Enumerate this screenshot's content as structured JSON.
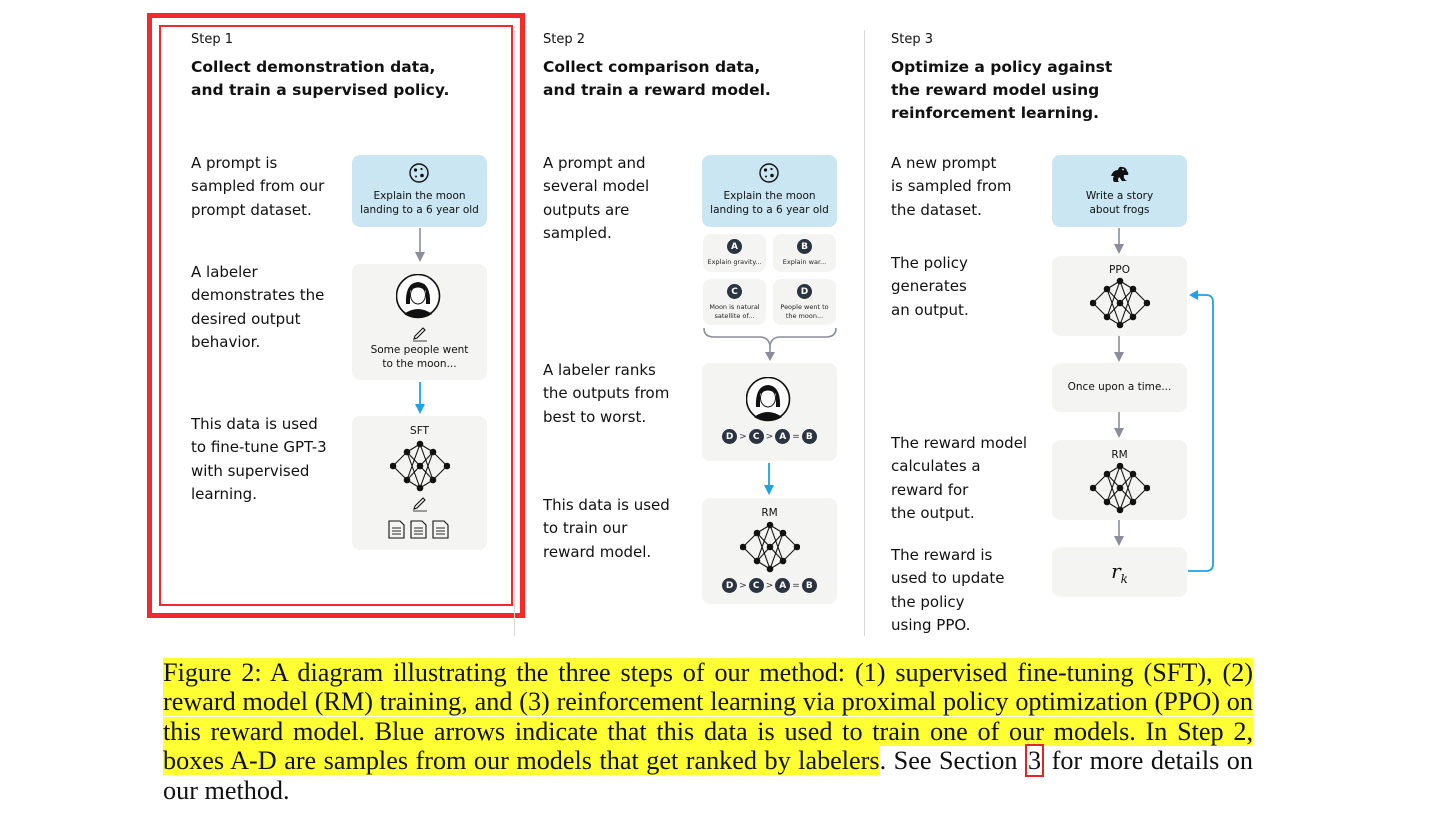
{
  "steps": [
    {
      "num": "Step 1",
      "title_l1": "Collect demonstration data,",
      "title_l2": "and train a supervised policy.",
      "desc1": [
        "A prompt is",
        "sampled from our",
        "prompt dataset."
      ],
      "desc2": [
        "A labeler",
        "demonstrates the",
        "desired output",
        "behavior."
      ],
      "desc3": [
        "This data is used",
        "to fine-tune GPT-3",
        "with supervised",
        "learning."
      ],
      "prompt_l1": "Explain the moon",
      "prompt_l2": "landing to a 6 year old",
      "demo_l1": "Some people went",
      "demo_l2": "to the moon...",
      "model_label": "SFT"
    },
    {
      "num": "Step 2",
      "title_l1": "Collect comparison data,",
      "title_l2": "and train a reward model.",
      "desc1": [
        "A prompt and",
        "several model",
        "outputs are",
        "sampled."
      ],
      "desc2": [
        "A labeler ranks",
        "the outputs from",
        "best to worst."
      ],
      "desc3": [
        "This data is used",
        "to train our",
        "reward model."
      ],
      "prompt_l1": "Explain the moon",
      "prompt_l2": "landing to a 6 year old",
      "outputs": [
        {
          "letter": "A",
          "l1": "Explain gravity...",
          "l2": ""
        },
        {
          "letter": "B",
          "l1": "Explain war...",
          "l2": ""
        },
        {
          "letter": "C",
          "l1": "Moon is natural",
          "l2": "satellite of..."
        },
        {
          "letter": "D",
          "l1": "People went to",
          "l2": "the moon..."
        }
      ],
      "ranking": [
        "D",
        ">",
        "C",
        ">",
        "A",
        "=",
        "B"
      ],
      "model_label": "RM"
    },
    {
      "num": "Step 3",
      "title_l1": "Optimize a policy against",
      "title_l2": "the reward model using",
      "title_l3": "reinforcement learning.",
      "desc1": [
        "A new prompt",
        "is sampled from",
        "the dataset."
      ],
      "desc2": [
        "The policy",
        "generates",
        "an output."
      ],
      "desc3": [
        "The reward model",
        "calculates a",
        "reward for",
        "the output."
      ],
      "desc4": [
        "The reward is",
        "used to update",
        "the policy",
        "using PPO."
      ],
      "prompt_l1": "Write a story",
      "prompt_l2": "about frogs",
      "policy_label": "PPO",
      "output_text": "Once upon a time...",
      "rm_label": "RM",
      "reward_symbol": "r",
      "reward_sub": "k"
    }
  ],
  "caption": {
    "highlighted": "Figure 2: A diagram illustrating the three steps of our method: (1) supervised fine-tuning (SFT), (2) reward model (RM) training, and (3) reinforcement learning via proximal policy optimization (PPO) on this reward model. Blue arrows indicate that this data is used to train one of our models. In Step 2, boxes A-D are samples from our models that get ranked by labelers",
    "rest_before": ". See Section ",
    "ref": "3",
    "rest_after": " for more details on our method."
  },
  "colors": {
    "highlight_box": "#ef2b2d",
    "caption_highlight": "#ffff33",
    "blue_arrow": "#1ba3e8",
    "gray_arrow": "#8a8d9c",
    "prompt_box": "#c9e6f2",
    "panel_box": "#f4f4f3"
  },
  "icons": [
    "moon-icon",
    "labeler-avatar-icon",
    "pencil-icon",
    "neural-network-icon",
    "document-icon",
    "frog-icon",
    "brace-icon"
  ]
}
